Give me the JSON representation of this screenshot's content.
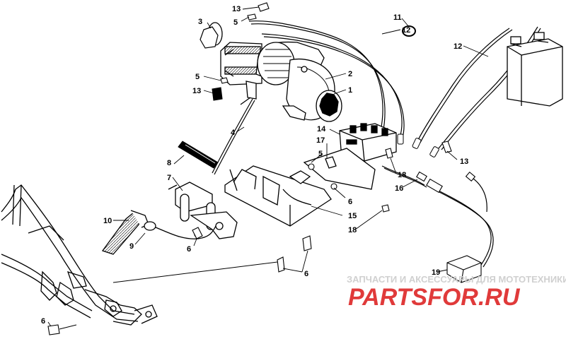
{
  "diagram": {
    "callouts": [
      "1",
      "2",
      "3",
      "4",
      "5",
      "6",
      "7",
      "8",
      "9",
      "10",
      "11",
      "12",
      "13",
      "14",
      "15",
      "16",
      "17",
      "18",
      "19"
    ]
  },
  "watermark": {
    "tagline": "ЗАПЧАСТИ И АКСЕССУАРЫ ДЛЯ МОТОТЕХНИКИ",
    "logo": "PARTSFOR.RU"
  },
  "colors": {
    "line": "#000000",
    "watermark_gray": "#d0d0d0",
    "watermark_red": "#e03a3a"
  }
}
